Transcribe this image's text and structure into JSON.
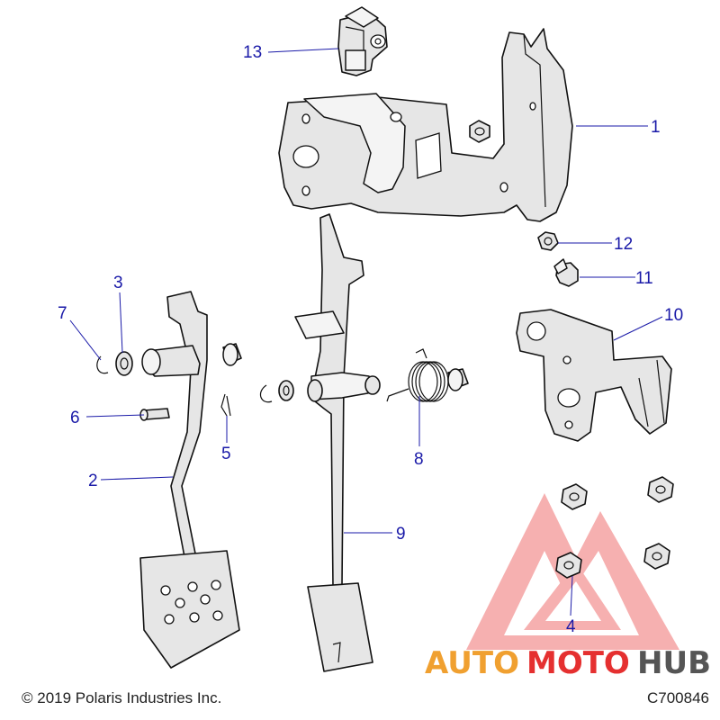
{
  "callouts": [
    {
      "id": "1",
      "label": "1"
    },
    {
      "id": "2",
      "label": "2"
    },
    {
      "id": "3",
      "label": "3"
    },
    {
      "id": "4",
      "label": "4"
    },
    {
      "id": "5",
      "label": "5"
    },
    {
      "id": "6",
      "label": "6"
    },
    {
      "id": "7",
      "label": "7"
    },
    {
      "id": "8",
      "label": "8"
    },
    {
      "id": "9",
      "label": "9"
    },
    {
      "id": "10",
      "label": "10"
    },
    {
      "id": "11",
      "label": "11"
    },
    {
      "id": "12",
      "label": "12"
    },
    {
      "id": "13",
      "label": "13"
    }
  ],
  "footer": {
    "copyright": "© 2019 Polaris Industries Inc.",
    "drawing_id": "C700846"
  },
  "watermark": {
    "part1": "AUTO",
    "part2": "MOTO",
    "part3": "HUB",
    "color_orange": "#f0a030",
    "color_red": "#e53030",
    "color_gray": "#555555"
  },
  "colors": {
    "callout": "#1a1aa8",
    "outline": "#111111",
    "fill": "#e6e6e6"
  }
}
